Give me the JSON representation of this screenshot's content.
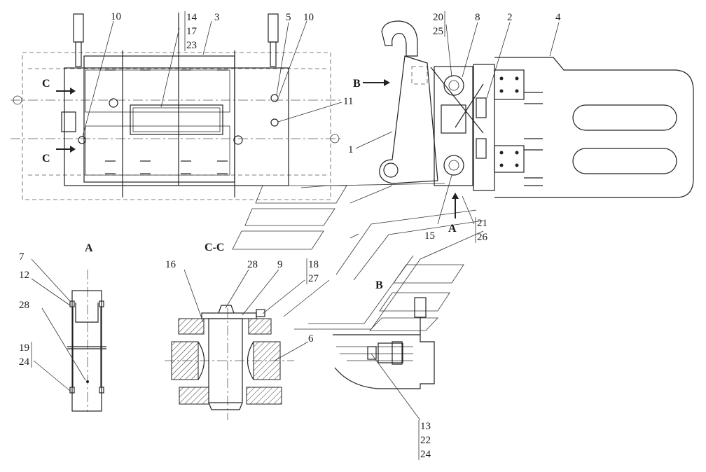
{
  "labels": {
    "l10a": "10",
    "l14": "14",
    "l17": "17",
    "l23": "23",
    "l3": "3",
    "l5": "5",
    "l10b": "10",
    "l11": "11",
    "lC1": "C",
    "lC2": "C",
    "l20": "20",
    "l25": "25",
    "l8": "8",
    "l2": "2",
    "l4": "4",
    "lB1": "B",
    "l1": "1",
    "l15": "15",
    "lA1": "A",
    "l21": "21",
    "l26": "26",
    "l7": "7",
    "l12": "12",
    "l28a": "28",
    "l19": "19",
    "l24a": "24",
    "l16": "16",
    "l28b": "28",
    "l9": "9",
    "l18": "18",
    "l27": "27",
    "l6": "6",
    "l13": "13",
    "l22": "22",
    "l24b": "24"
  },
  "views": {
    "viewA": "A",
    "viewCC": "C-C",
    "viewB": "B"
  }
}
